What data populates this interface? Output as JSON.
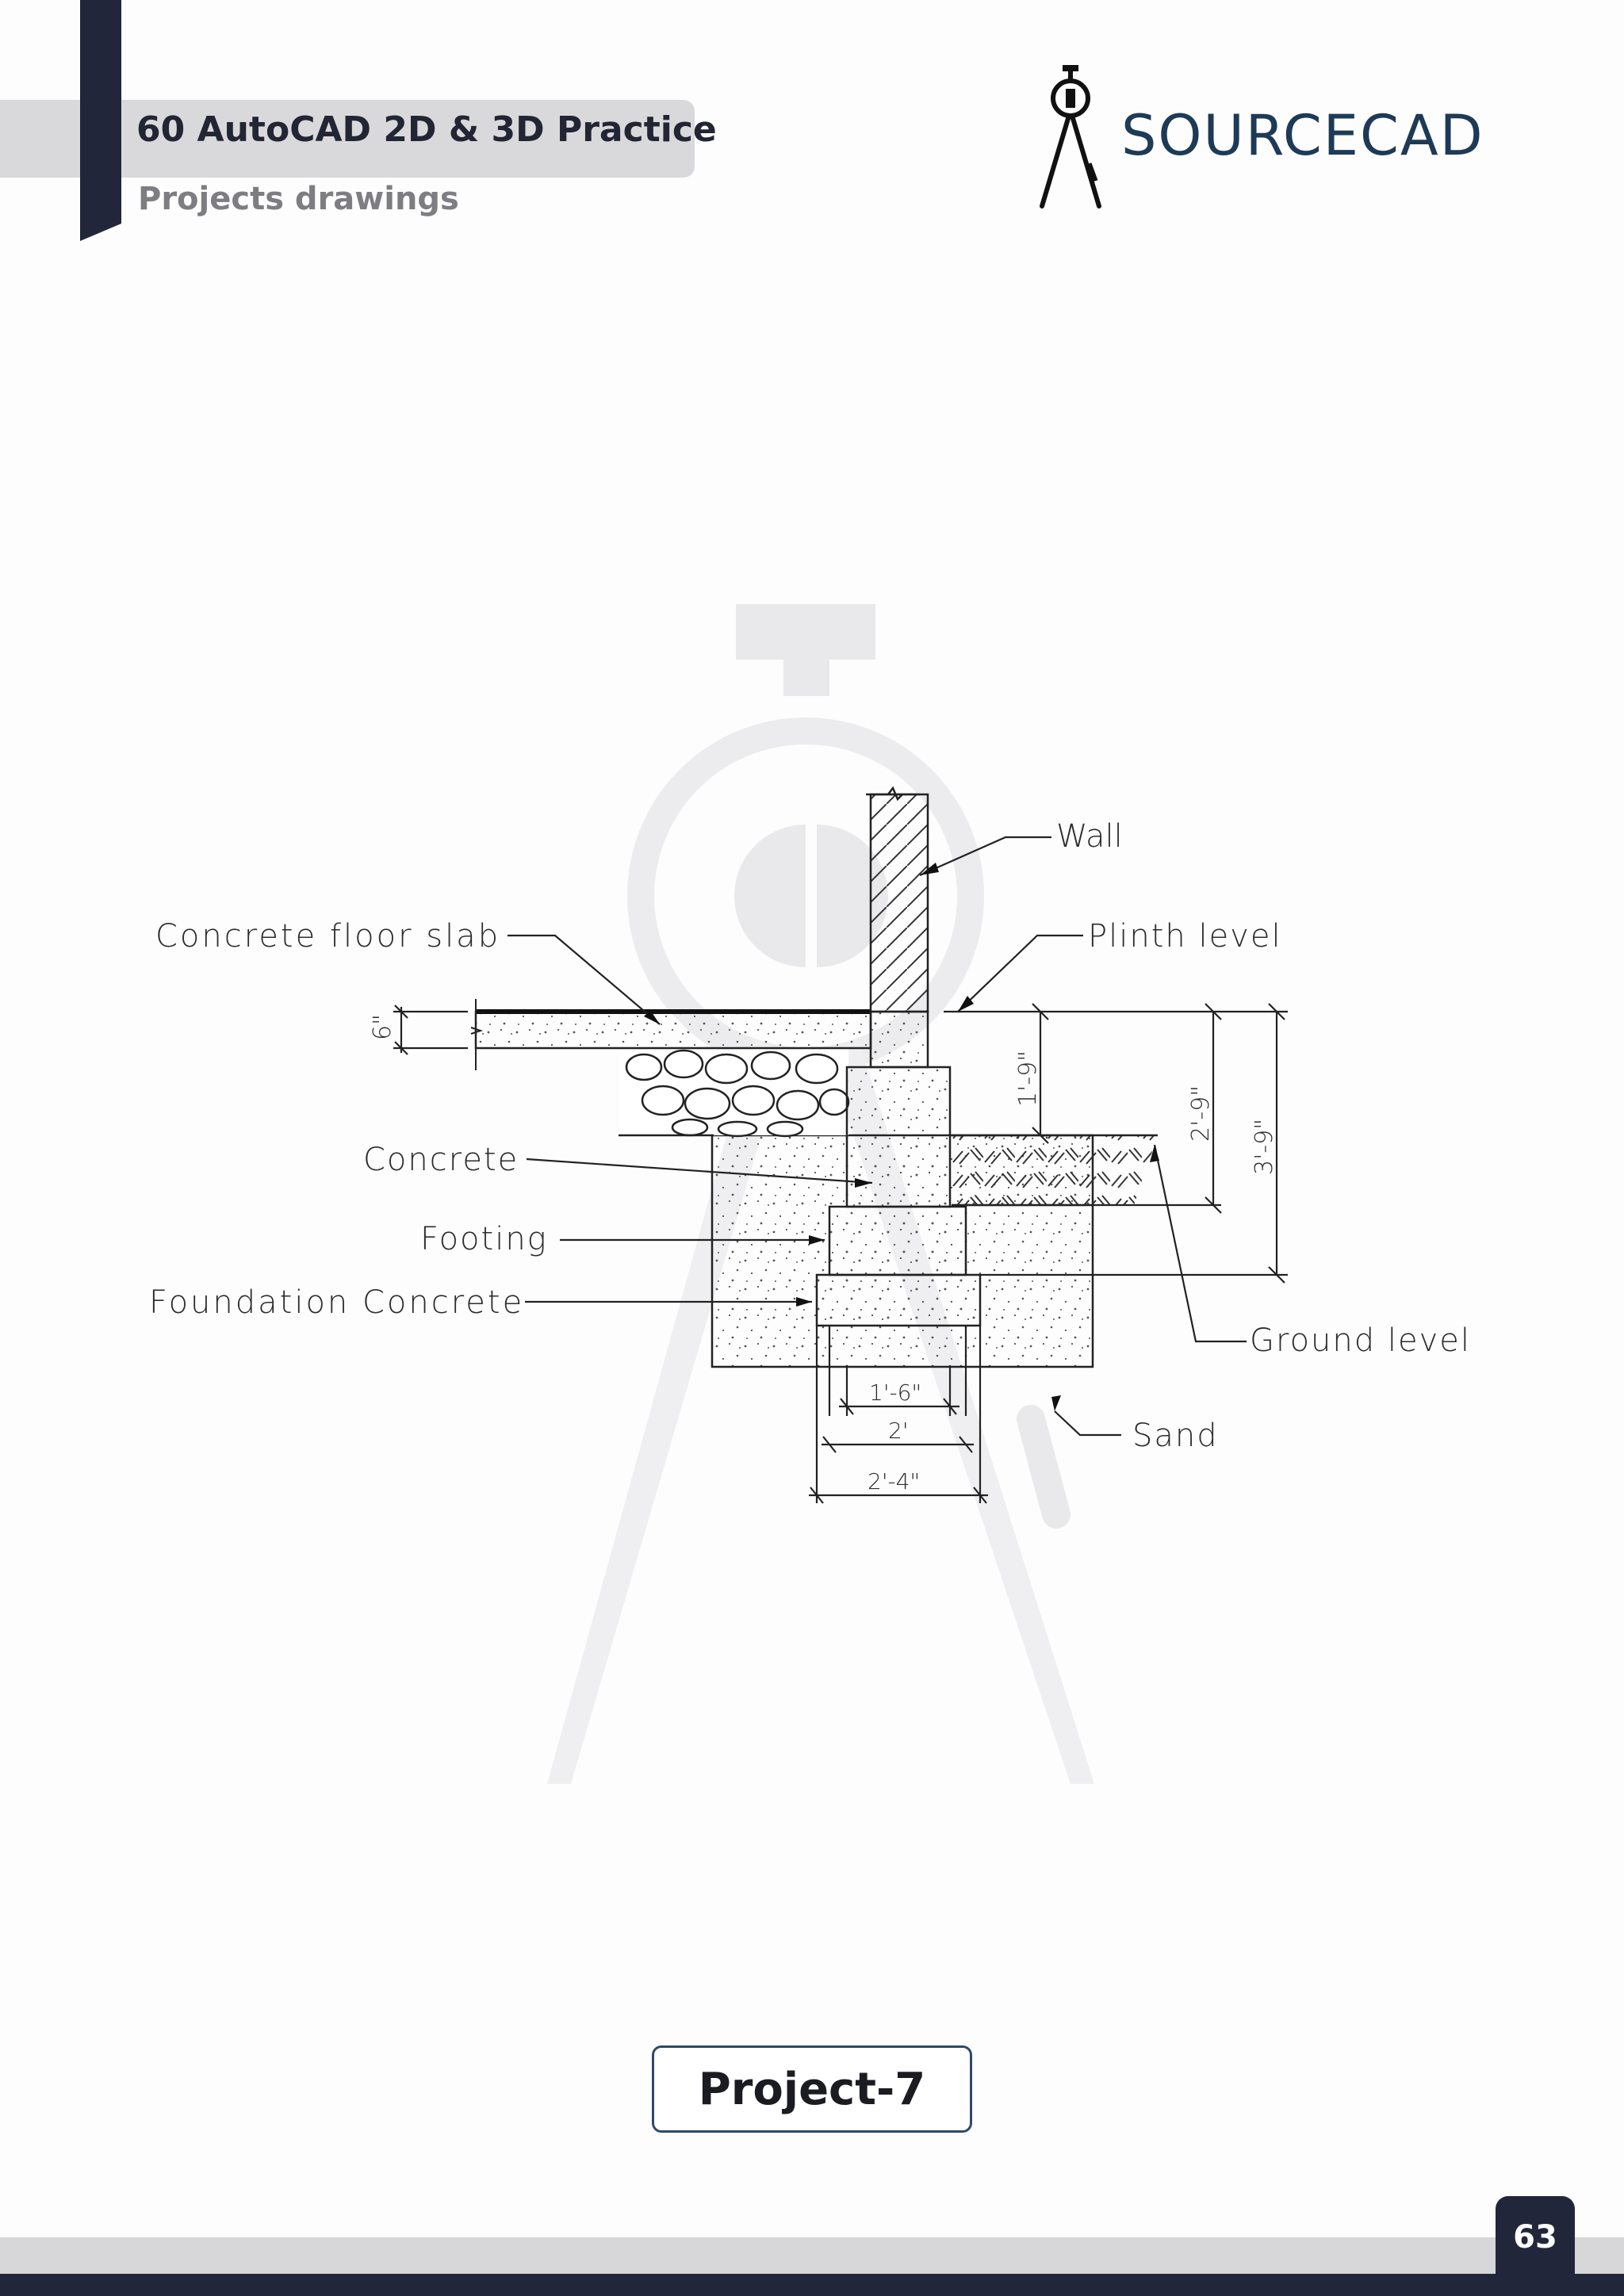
{
  "header": {
    "title": "60 AutoCAD 2D & 3D Practice",
    "subtitle": "Projects drawings",
    "brand": "SOURCECAD",
    "brand_icon": "drafting-compass-icon"
  },
  "drawing": {
    "labels": {
      "wall": "Wall",
      "plinth_level": "Plinth level",
      "concrete_floor_slab": "Concrete floor slab",
      "concrete": "Concrete",
      "footing": "Footing",
      "foundation_concrete": "Foundation Concrete",
      "ground_level": "Ground level",
      "sand": "Sand"
    },
    "dimensions": {
      "slab_thickness": "6\"",
      "plinth_to_ground": "1'-9\"",
      "plinth_to_sand": "2'-9\"",
      "plinth_to_base": "3'-9\"",
      "width_1": "1'-6\"",
      "width_2": "2'",
      "width_3": "2'-4\""
    }
  },
  "project_label": "Project-7",
  "page_number": "63",
  "colors": {
    "dark": "#22263a",
    "brand": "#1d3a56",
    "band": "#d9d9db"
  }
}
